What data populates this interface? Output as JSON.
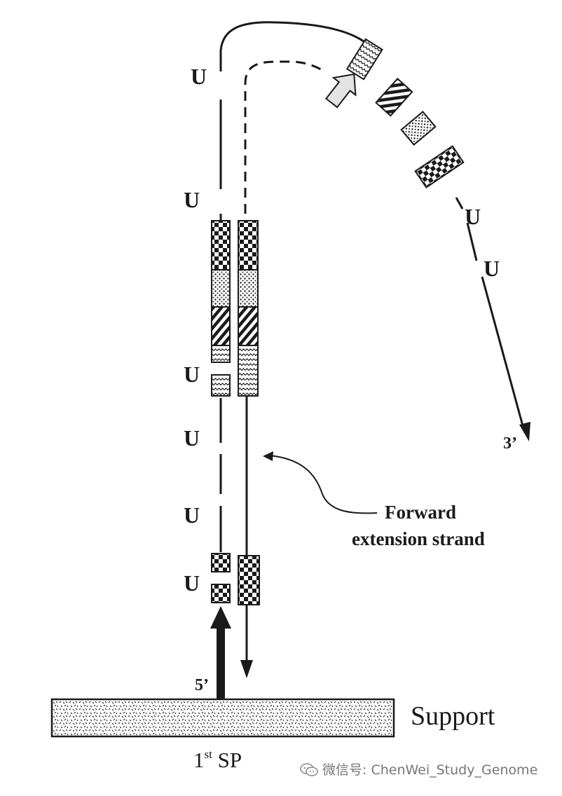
{
  "diagram": {
    "uracil_label": "U",
    "three_prime_label": "3’",
    "five_prime_label": "5’",
    "annotation_line1": "Forward",
    "annotation_line2": "extension strand",
    "support_label": "Support",
    "primer_label_prefix": "1",
    "primer_label_sup": "st",
    "primer_label_suffix": " SP"
  },
  "watermark": {
    "text": "微信号: ChenWei_Study_Genome",
    "icon": "wechat-icon"
  },
  "colors": {
    "ink": "#1a1a1a",
    "grey_arrow": "#bdbdbd",
    "watermark": "#777777"
  }
}
